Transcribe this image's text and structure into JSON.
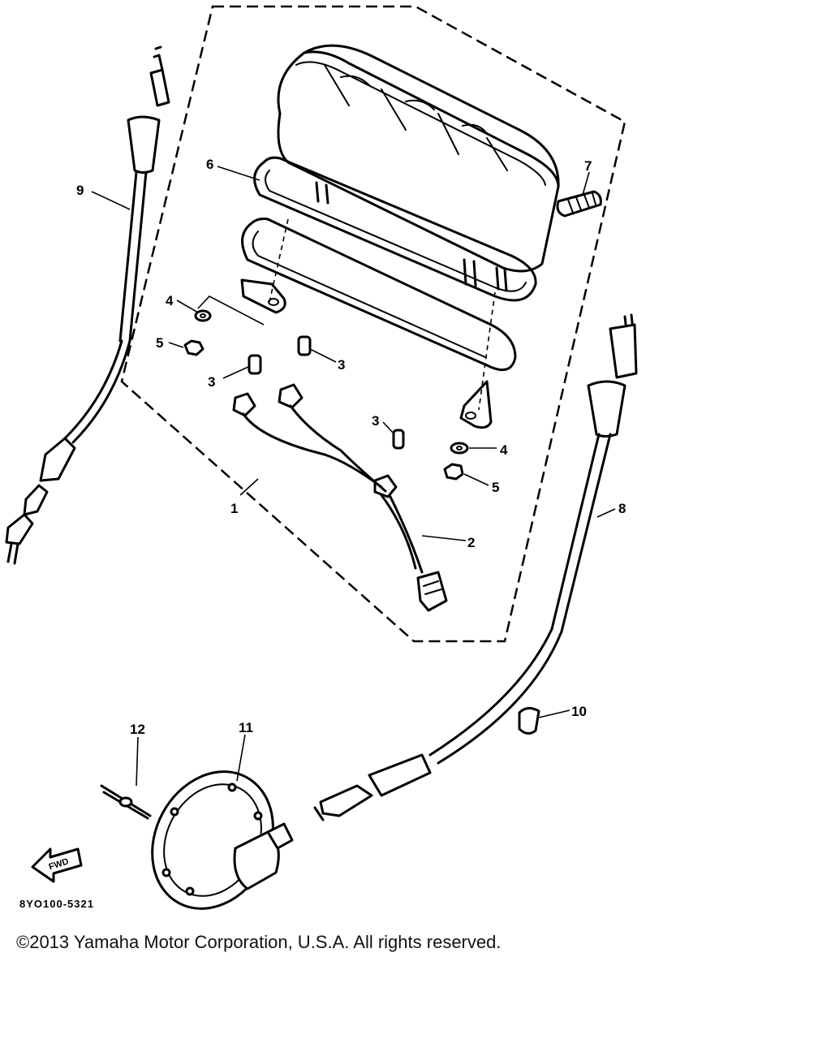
{
  "diagram": {
    "callouts": {
      "c1": "1",
      "c2": "2",
      "c3a": "3",
      "c3b": "3",
      "c3c": "3",
      "c4a": "4",
      "c4b": "4",
      "c5a": "5",
      "c5b": "5",
      "c6": "6",
      "c7": "7",
      "c8": "8",
      "c9": "9",
      "c10": "10",
      "c11": "11",
      "c12": "12"
    },
    "fwd_label": "FWD",
    "drawing_code": "8YO100-5321"
  },
  "copyright": "©2013 Yamaha Motor Corporation, U.S.A. All rights reserved."
}
